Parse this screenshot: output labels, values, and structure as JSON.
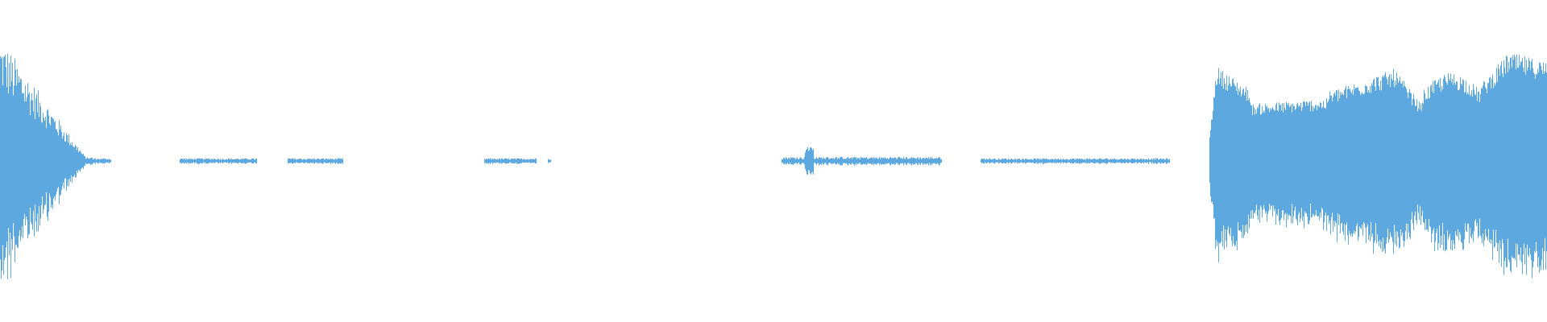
{
  "colors": {
    "background": "#ffffff",
    "waveform": "#5ea8e0"
  },
  "waveform": {
    "segments": [
      {
        "kind": "burst",
        "start": 0.0,
        "end": 0.06,
        "amplitude": 0.88,
        "decay": "fast"
      },
      {
        "kind": "trace",
        "start": 0.06,
        "end": 0.072,
        "amplitude": 0.02
      },
      {
        "kind": "trace",
        "start": 0.116,
        "end": 0.166,
        "amplitude": 0.02
      },
      {
        "kind": "trace",
        "start": 0.186,
        "end": 0.222,
        "amplitude": 0.02
      },
      {
        "kind": "trace",
        "start": 0.313,
        "end": 0.347,
        "amplitude": 0.02
      },
      {
        "kind": "trace",
        "start": 0.354,
        "end": 0.356,
        "amplitude": 0.02
      },
      {
        "kind": "trace",
        "start": 0.505,
        "end": 0.609,
        "amplitude": 0.03,
        "spike_at": 0.523,
        "spike_amplitude": 0.1
      },
      {
        "kind": "trace",
        "start": 0.634,
        "end": 0.756,
        "amplitude": 0.02
      },
      {
        "kind": "body",
        "start": 0.782,
        "end": 1.0,
        "amplitude": 0.9
      }
    ]
  }
}
